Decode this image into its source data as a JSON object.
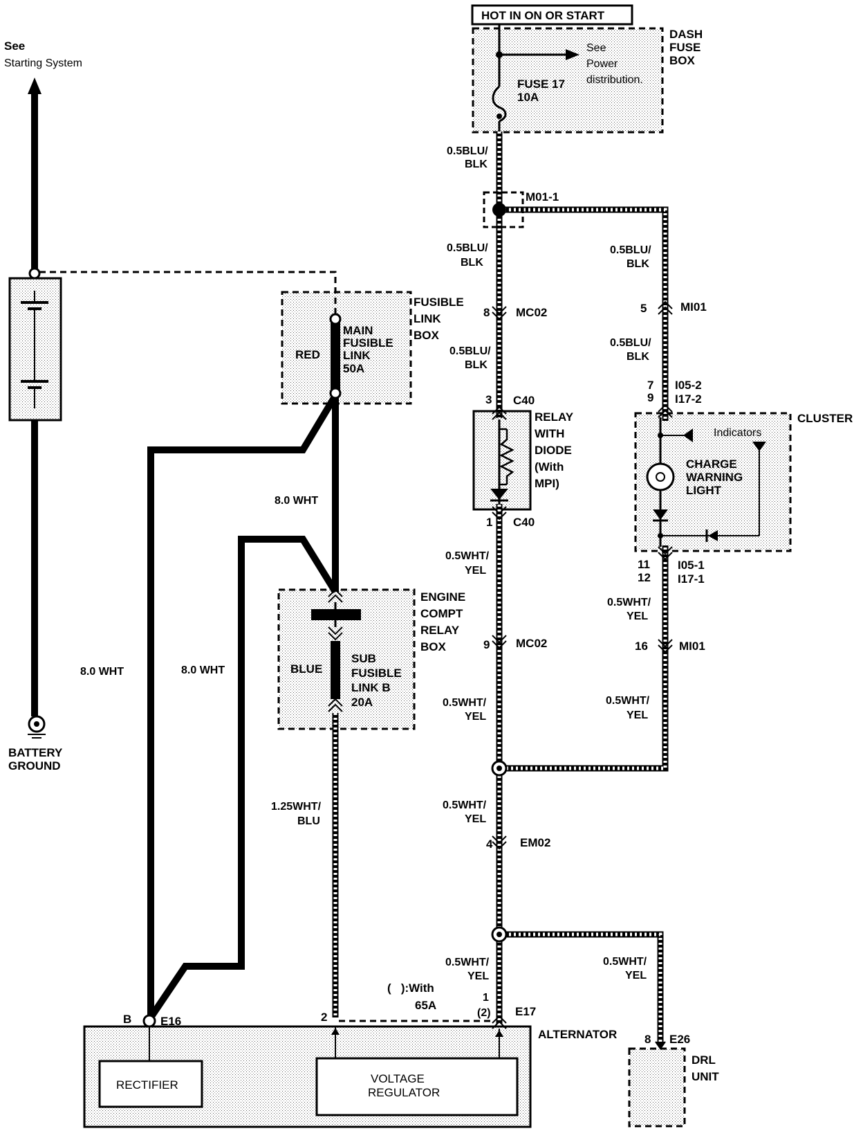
{
  "labels": {
    "hot_in": "HOT IN ON OR START",
    "see": "See",
    "starting_system": "Starting System",
    "dash": "DASH",
    "fuse": "FUSE",
    "box": "BOX",
    "see_power_1": "See",
    "see_power_2": "Power",
    "see_power_3": "distribution.",
    "fuse17": "FUSE 17",
    "fuse17_rating": "10A",
    "wire_blu_blk_1a": "0.5BLU/",
    "wire_blu_blk_1b": "BLK",
    "m011": "M01-1",
    "wire_blu_blk_2a": "0.5BLU/",
    "wire_blu_blk_2b": "BLK",
    "wire_blu_blk_3a": "0.5BLU/",
    "wire_blu_blk_3b": "BLK",
    "pin_8": "8",
    "mc02_a": "MC02",
    "wire_blu_blk_4a": "0.5BLU/",
    "wire_blu_blk_4b": "BLK",
    "pin_5": "5",
    "mi01_a": "MI01",
    "wire_blu_blk_5a": "0.5BLU/",
    "wire_blu_blk_5b": "BLK",
    "pin_7": "7",
    "pin_9a": "9",
    "i05_2": "I05-2",
    "i17_2": "I17-2",
    "fusible": "FUSIBLE",
    "link": "LINK",
    "fl_box": "BOX",
    "main": "MAIN",
    "fusible2": "FUSIBLE",
    "link2": "LINK",
    "rating_50a": "50A",
    "red": "RED",
    "pin_3": "3",
    "c40_a": "C40",
    "relay": "RELAY",
    "with": "WITH",
    "diode": "DIODE",
    "with_mpi_1": "(With",
    "with_mpi_2": "MPI)",
    "cluster": "CLUSTER",
    "indicators": "Indicators",
    "charge": "CHARGE",
    "warning": "WARNING",
    "light": "LIGHT",
    "wire_8wht_a": "8.0 WHT",
    "pin_1a": "1",
    "c40_b": "C40",
    "wire_wht_yel_1a": "0.5WHT/",
    "wire_wht_yel_1b": "YEL",
    "pin_11": "11",
    "pin_12": "12",
    "i05_1": "I05-1",
    "i17_1": "I17-1",
    "wire_wht_yel_2a": "0.5WHT/",
    "wire_wht_yel_2b": "YEL",
    "engine": "ENGINE",
    "compt": "COMPT",
    "relay2": "RELAY",
    "ec_box": "BOX",
    "pin_9b": "9",
    "mc02_b": "MC02",
    "pin_16": "16",
    "mi01_b": "MI01",
    "wire_8wht_b": "8.0 WHT",
    "wire_8wht_c": "8.0 WHT",
    "blue": "BLUE",
    "sub": "SUB",
    "fusible3": "FUSIBLE",
    "link_b": "LINK B",
    "rating_20a": "20A",
    "wire_wht_yel_3a": "0.5WHT/",
    "wire_wht_yel_3b": "YEL",
    "wire_wht_yel_4a": "0.5WHT/",
    "wire_wht_yel_4b": "YEL",
    "battery": "BATTERY",
    "ground": "GROUND",
    "wire_wht_blu_a": "1.25WHT/",
    "wire_wht_blu_b": "BLU",
    "wire_wht_yel_5a": "0.5WHT/",
    "wire_wht_yel_5b": "YEL",
    "pin_4": "4",
    "em02": "EM02",
    "wire_wht_yel_6a": "0.5WHT/",
    "wire_wht_yel_6b": "YEL",
    "wire_wht_yel_7a": "0.5WHT/",
    "wire_wht_yel_7b": "YEL",
    "with_65a_1": "(   ):With",
    "with_65a_2": "65A",
    "pin_1b": "1",
    "pin_2p": "(2)",
    "e17": "E17",
    "b": "B",
    "e16": "E16",
    "pin_2": "2",
    "alternator": "ALTERNATOR",
    "pin_8b": "8",
    "e26": "E26",
    "drl": "DRL",
    "unit": "UNIT",
    "rectifier": "RECTIFIER",
    "voltage": "VOLTAGE",
    "regulator": "REGULATOR"
  }
}
